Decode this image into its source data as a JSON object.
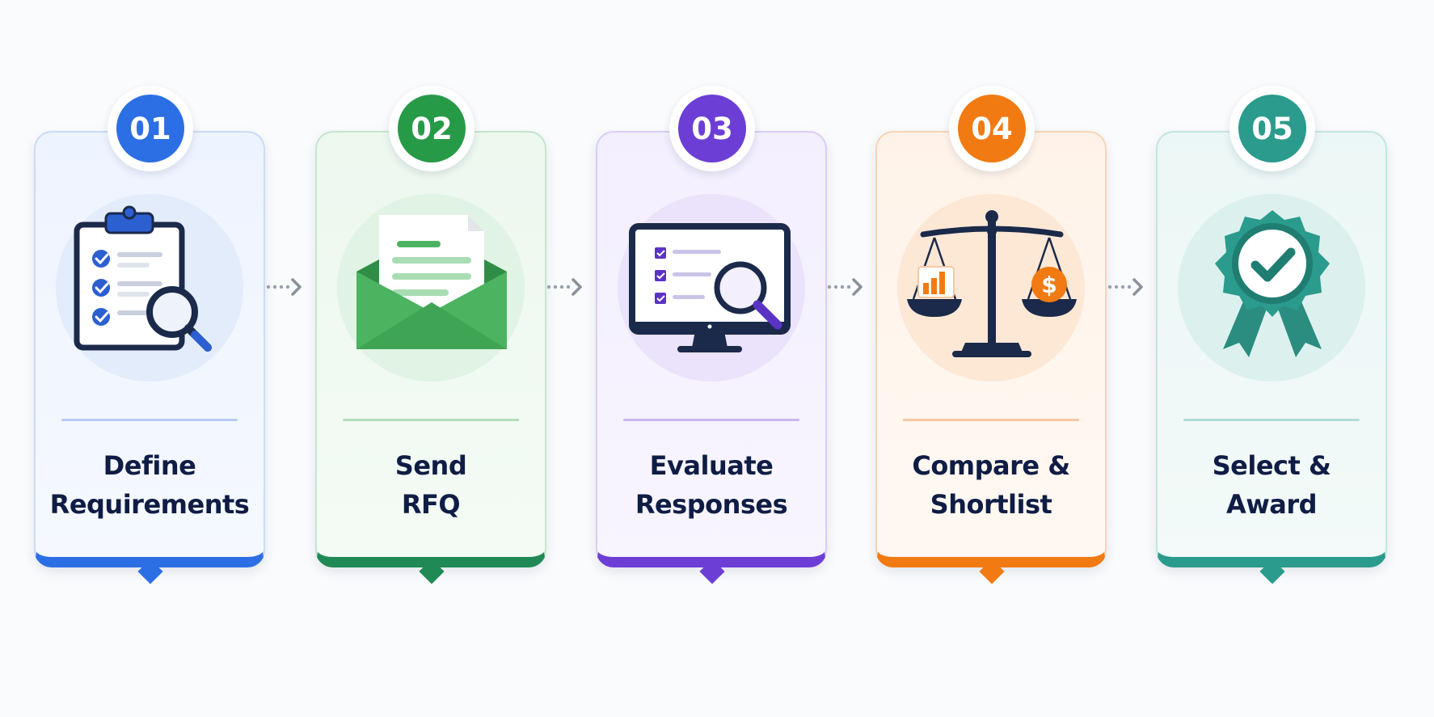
{
  "steps": [
    {
      "number": "01",
      "title_line1": "Define",
      "title_line2": "Requirements",
      "icon": "clipboard-magnifier-icon",
      "accent": "#2c6fe4"
    },
    {
      "number": "02",
      "title_line1": "Send",
      "title_line2": "RFQ",
      "icon": "envelope-letter-icon",
      "accent": "#279a47"
    },
    {
      "number": "03",
      "title_line1": "Evaluate",
      "title_line2": "Responses",
      "icon": "monitor-magnifier-icon",
      "accent": "#6c3ed6"
    },
    {
      "number": "04",
      "title_line1": "Compare &",
      "title_line2": "Shortlist",
      "icon": "balance-scale-icon",
      "accent": "#f27a12"
    },
    {
      "number": "05",
      "title_line1": "Select &",
      "title_line2": "Award",
      "icon": "award-ribbon-icon",
      "accent": "#2a9b8c"
    }
  ],
  "connector_icon": "dotted-arrow-icon"
}
